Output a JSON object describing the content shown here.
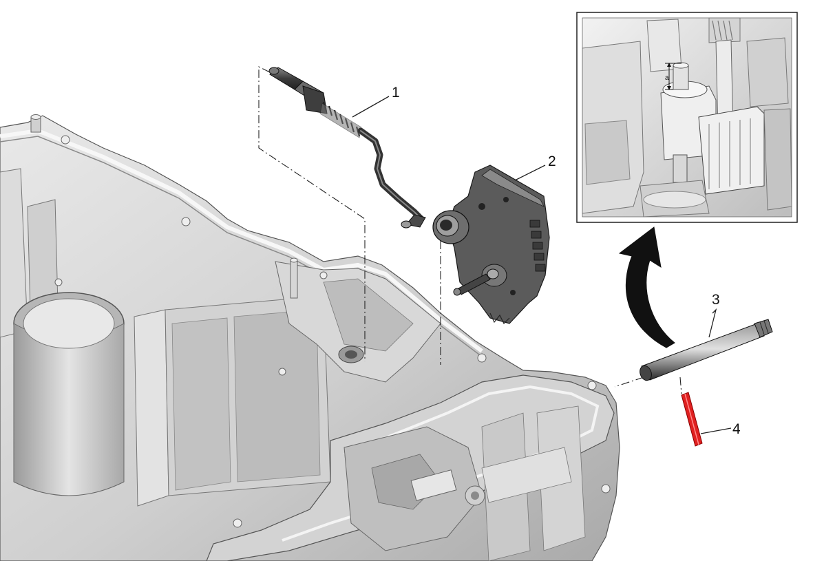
{
  "callouts": [
    {
      "label": "1",
      "part": "shift-shaft-rod"
    },
    {
      "label": "2",
      "part": "position-switch"
    },
    {
      "label": "3",
      "part": "pin"
    },
    {
      "label": "4",
      "part": "roll-pin-red"
    }
  ],
  "inset": {
    "dimension_label": "a"
  },
  "colors": {
    "casing": "#c9c9c9",
    "casing_light": "#e6e6e6",
    "casing_dark": "#8e8e8e",
    "part_dark": "#5a5a5a",
    "pin_red": "#e02020",
    "arrow": "#111111",
    "leader": "#222222"
  },
  "icons": [
    "curved-arrow-icon"
  ]
}
